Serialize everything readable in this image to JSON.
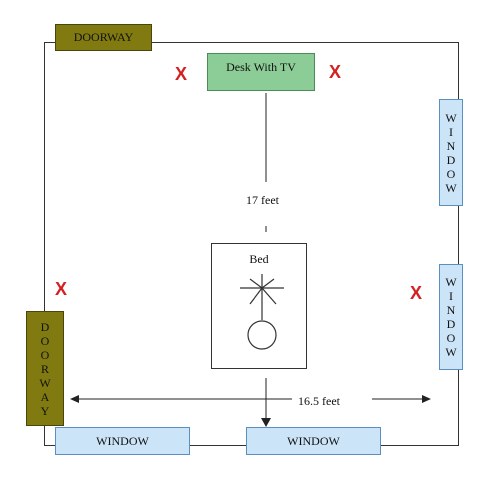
{
  "labels": {
    "doorway_top": "DOORWAY",
    "doorway_left": "DOORWAY",
    "window_right_top": "WINDOW",
    "window_right_bottom": "WINDOW",
    "window_bottom_left": "WINDOW",
    "window_bottom_center": "WINDOW",
    "desk": "Desk With TV",
    "bed": "Bed",
    "length_measure": "17 feet",
    "width_measure": "16.5 feet"
  },
  "marks": {
    "x": "X"
  },
  "colors": {
    "door": "#807a10",
    "window": "#cce4f8",
    "desk": "#8ccc96",
    "x_mark": "#d42020"
  },
  "icons": {
    "bed_figure": "stick-figure-icon"
  }
}
